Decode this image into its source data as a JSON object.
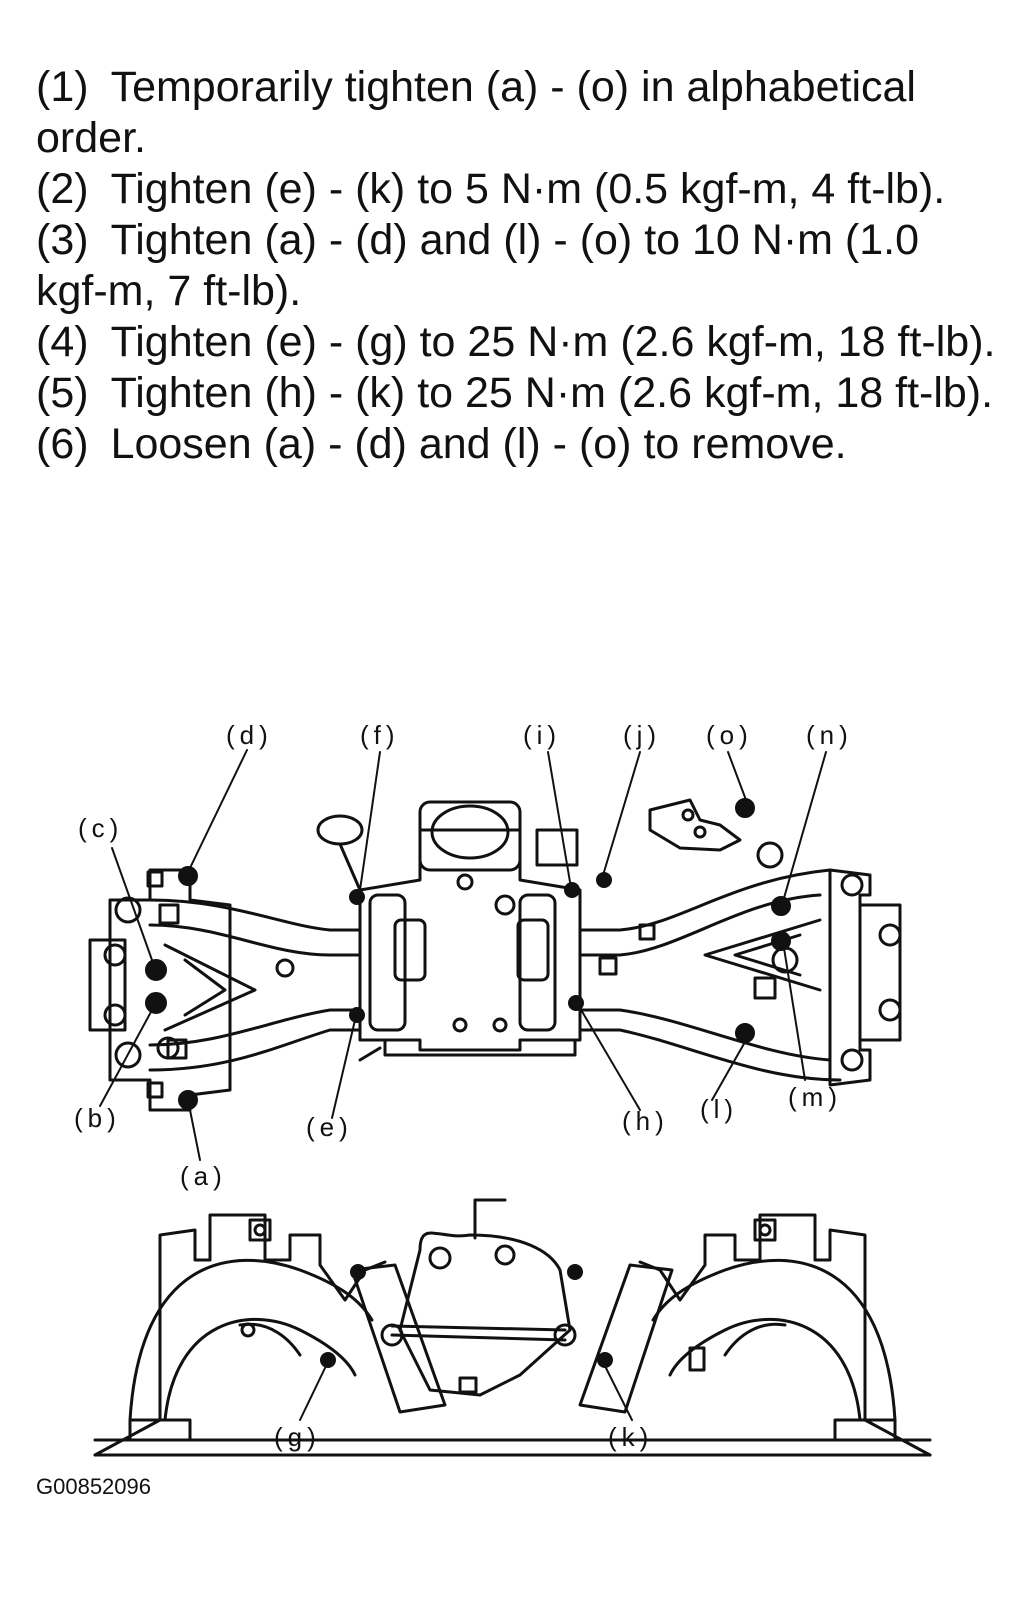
{
  "steps": [
    {
      "num": "(1)",
      "text": "Temporarily tighten (a) - (o) in alphabetical order."
    },
    {
      "num": "(2)",
      "text": "Tighten (e) - (k) to 5 N·m (0.5 kgf-m, 4 ft-lb)."
    },
    {
      "num": "(3)",
      "text": "Tighten (a) - (d) and (l) - (o) to 10 N·m (1.0 kgf-m, 7 ft-lb)."
    },
    {
      "num": "(4)",
      "text": "Tighten (e) - (g) to 25 N·m (2.6 kgf-m, 18 ft-lb)."
    },
    {
      "num": "(5)",
      "text": "Tighten (h) - (k) to 25 N·m (2.6 kgf-m, 18 ft-lb)."
    },
    {
      "num": "(6)",
      "text": "Loosen (a) - (d) and (l) - (o) to remove."
    }
  ],
  "labels": {
    "a": "(a)",
    "b": "(b)",
    "c": "(c)",
    "d": "(d)",
    "e": "(e)",
    "f": "(f)",
    "g": "(g)",
    "h": "(h)",
    "i": "(i)",
    "j": "(j)",
    "k": "(k)",
    "l": "(l)",
    "m": "(m)",
    "n": "(n)",
    "o": "(o)"
  },
  "figure_id": "G00852096"
}
